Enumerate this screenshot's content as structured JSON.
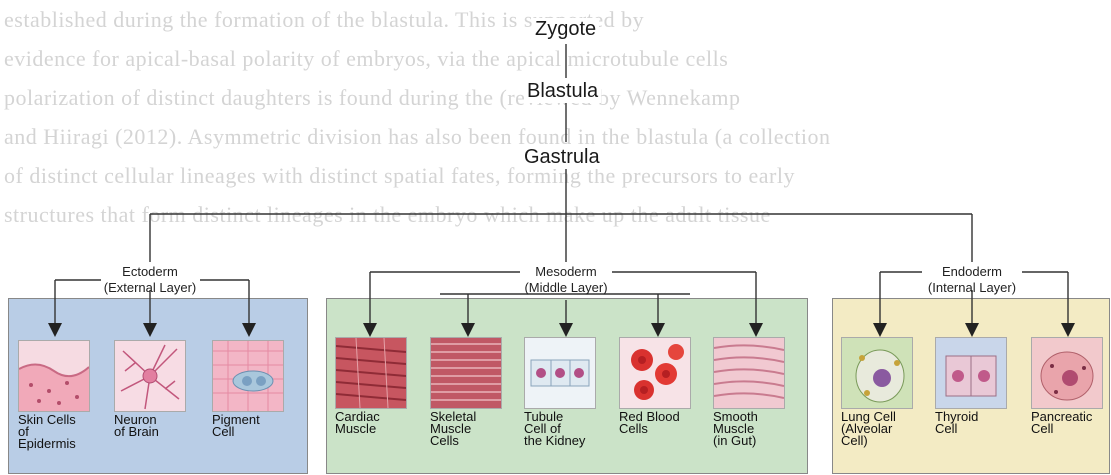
{
  "background_text": [
    "established during the formation of the blastula. This is supported by",
    "evidence for apical-basal polarity of embryos, via the apical microtubule cells",
    "polarization of distinct daughters is found during the (reviewed by Wennekamp",
    "and Hiiragi (2012). Asymmetric division has also been found in the blastula (a collection",
    "of distinct cellular lineages with distinct spatial fates, forming the precursors to early",
    "structures that form distinct lineages in the embryo which make up the adult tissue",
    "",
    ""
  ],
  "stages": [
    "Zygote",
    "Blastula",
    "Gastrula"
  ],
  "layers": [
    {
      "name": "Ectoderm",
      "subtitle": "(External Layer)",
      "color": "#b9cde6",
      "cells": [
        {
          "label": "Skin Cells\nof\nEpidermis",
          "icon": "skin-cell-image"
        },
        {
          "label": "Neuron\nof Brain",
          "icon": "neuron-image"
        },
        {
          "label": "Pigment\nCell",
          "icon": "pigment-cell-image"
        }
      ]
    },
    {
      "name": "Mesoderm",
      "subtitle": "(Middle Layer)",
      "color": "#cbe3c8",
      "cells": [
        {
          "label": "Cardiac\nMuscle",
          "icon": "cardiac-muscle-image"
        },
        {
          "label": "Skeletal\nMuscle\nCells",
          "icon": "skeletal-muscle-image"
        },
        {
          "label": "Tubule\nCell of\nthe Kidney",
          "icon": "kidney-tubule-image"
        },
        {
          "label": "Red Blood\nCells",
          "icon": "red-blood-cells-image"
        },
        {
          "label": "Smooth\nMuscle\n(in Gut)",
          "icon": "smooth-muscle-image"
        }
      ]
    },
    {
      "name": "Endoderm",
      "subtitle": "(Internal Layer)",
      "color": "#f3ebc4",
      "cells": [
        {
          "label": "Lung Cell\n(Alveolar\nCell)",
          "icon": "lung-cell-image"
        },
        {
          "label": "Thyroid\nCell",
          "icon": "thyroid-cell-image"
        },
        {
          "label": "Pancreatic\nCell",
          "icon": "pancreatic-cell-image"
        }
      ]
    }
  ]
}
